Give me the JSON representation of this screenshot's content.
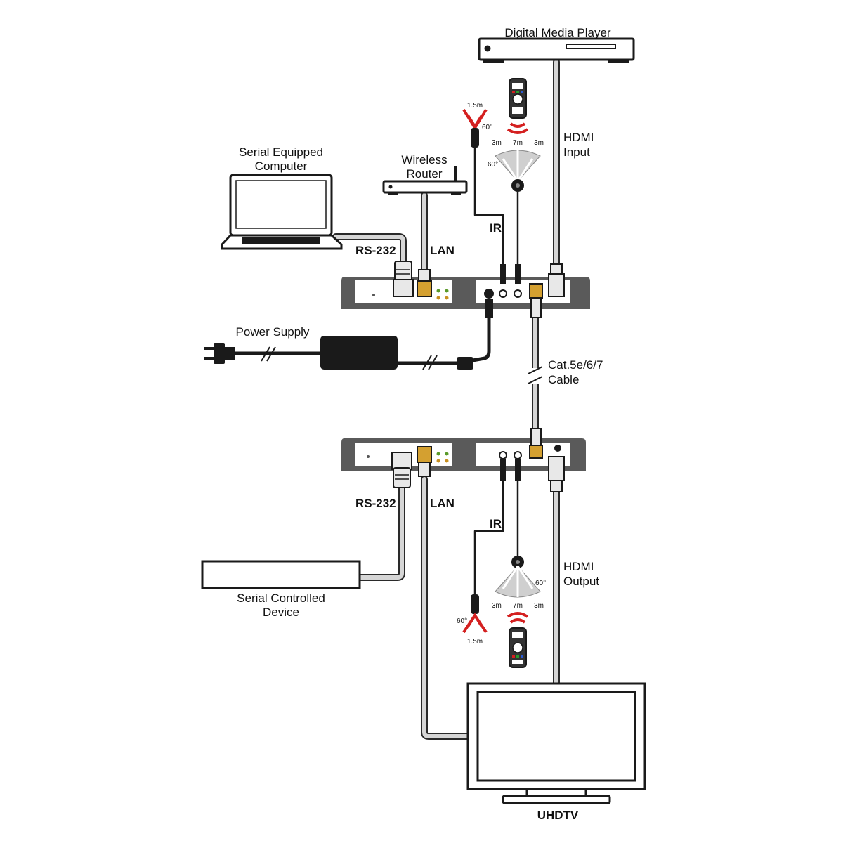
{
  "devices": {
    "media_player": "Digital Media Player",
    "computer_line1": "Serial Equipped",
    "computer_line2": "Computer",
    "router_line1": "Wireless",
    "router_line2": "Router",
    "power_supply": "Power Supply",
    "serial_device_line1": "Serial Controlled",
    "serial_device_line2": "Device",
    "tv": "UHDTV"
  },
  "connections": {
    "hdmi_input_line1": "HDMI",
    "hdmi_input_line2": "Input",
    "hdmi_output_line1": "HDMI",
    "hdmi_output_line2": "Output",
    "rs232_top": "RS-232",
    "lan_top": "LAN",
    "ir_top": "IR",
    "rs232_bottom": "RS-232",
    "lan_bottom": "LAN",
    "ir_bottom": "IR",
    "cat_line1": "Cat.5e/6/7",
    "cat_line2": "Cable"
  },
  "ir_specs": {
    "blaster_range": "1.5m",
    "blaster_angle": "60°",
    "receiver_side_left": "3m",
    "receiver_center": "7m",
    "receiver_side_right": "3m",
    "receiver_angle": "60°"
  },
  "colors": {
    "unit_body": "#5a5a5a",
    "cable": "#d6d6d6",
    "ir_signal": "#d42020"
  }
}
